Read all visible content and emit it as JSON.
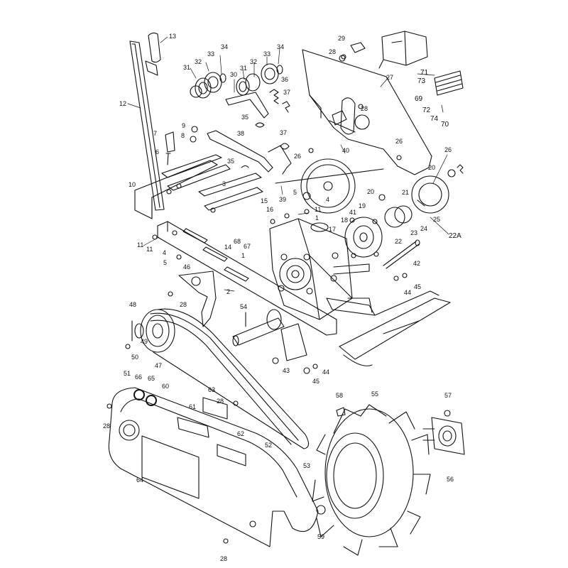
{
  "labels": [
    {
      "n": "13"
    },
    {
      "n": "12"
    },
    {
      "n": "32"
    },
    {
      "n": "33"
    },
    {
      "n": "34"
    },
    {
      "n": "31"
    },
    {
      "n": "30"
    },
    {
      "n": "31"
    },
    {
      "n": "32"
    },
    {
      "n": "33"
    },
    {
      "n": "34"
    },
    {
      "n": "36"
    },
    {
      "n": "37"
    },
    {
      "n": "35"
    },
    {
      "n": "37"
    },
    {
      "n": "38"
    },
    {
      "n": "9"
    },
    {
      "n": "8"
    },
    {
      "n": "7"
    },
    {
      "n": "6"
    },
    {
      "n": "35"
    },
    {
      "n": "3"
    },
    {
      "n": "10"
    },
    {
      "n": "29"
    },
    {
      "n": "28"
    },
    {
      "n": "27"
    },
    {
      "n": "71"
    },
    {
      "n": "73"
    },
    {
      "n": "69"
    },
    {
      "n": "72"
    },
    {
      "n": "74"
    },
    {
      "n": "70"
    },
    {
      "n": "28"
    },
    {
      "n": "26"
    },
    {
      "n": "26"
    },
    {
      "n": "26"
    },
    {
      "n": "40"
    },
    {
      "n": "39"
    },
    {
      "n": "5"
    },
    {
      "n": "4"
    },
    {
      "n": "20"
    },
    {
      "n": "20"
    },
    {
      "n": "21"
    },
    {
      "n": "19"
    },
    {
      "n": "41"
    },
    {
      "n": "15"
    },
    {
      "n": "16"
    },
    {
      "n": "11"
    },
    {
      "n": "1"
    },
    {
      "n": "18"
    },
    {
      "n": "17"
    },
    {
      "n": "22"
    },
    {
      "n": "23"
    },
    {
      "n": "24"
    },
    {
      "n": "25"
    },
    {
      "n": "22A"
    },
    {
      "n": "68"
    },
    {
      "n": "14"
    },
    {
      "n": "67"
    },
    {
      "n": "1"
    },
    {
      "n": "11"
    },
    {
      "n": "11"
    },
    {
      "n": "4"
    },
    {
      "n": "5"
    },
    {
      "n": "42"
    },
    {
      "n": "46"
    },
    {
      "n": "45"
    },
    {
      "n": "44"
    },
    {
      "n": "2"
    },
    {
      "n": "28"
    },
    {
      "n": "48"
    },
    {
      "n": "54"
    },
    {
      "n": "49"
    },
    {
      "n": "50"
    },
    {
      "n": "51"
    },
    {
      "n": "47"
    },
    {
      "n": "43"
    },
    {
      "n": "44"
    },
    {
      "n": "45"
    },
    {
      "n": "66"
    },
    {
      "n": "65"
    },
    {
      "n": "60"
    },
    {
      "n": "63"
    },
    {
      "n": "28"
    },
    {
      "n": "61"
    },
    {
      "n": "62"
    },
    {
      "n": "28"
    },
    {
      "n": "52"
    },
    {
      "n": "58"
    },
    {
      "n": "55"
    },
    {
      "n": "57"
    },
    {
      "n": "53"
    },
    {
      "n": "56"
    },
    {
      "n": "64"
    },
    {
      "n": "59"
    },
    {
      "n": "28"
    }
  ]
}
